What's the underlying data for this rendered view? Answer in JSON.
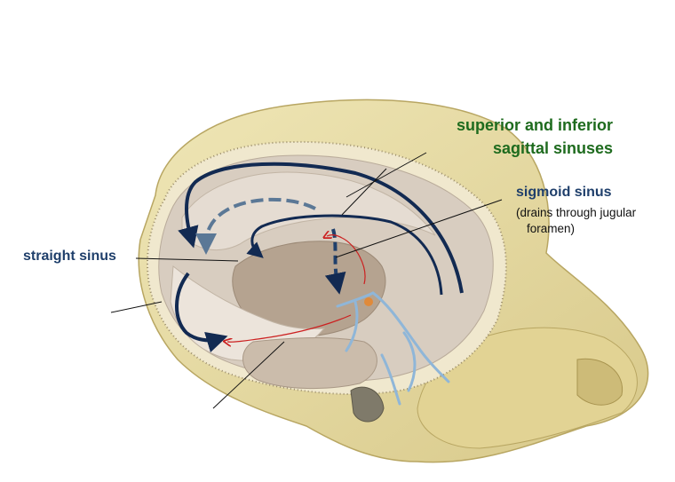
{
  "labels": {
    "sagittal_line1": "superior and inferior",
    "sagittal_line2": "sagittal sinuses",
    "sigmoid": "sigmoid sinus",
    "sigmoid_note_line1": "(drains through jugular",
    "sigmoid_note_line2": "foramen)",
    "straight": "straight sinus"
  },
  "colors": {
    "skull": "#e9dfa6",
    "skull_shadow": "#c9b870",
    "dura": "#d8cdc0",
    "cavity": "#c4b3a2",
    "arrow_dark": "#122a52",
    "arrow_dashed": "#5b7896",
    "artery": "#cc2020",
    "vein": "#8fb6d8",
    "label_green": "#1e6b1e",
    "label_blue": "#1f3f6b"
  },
  "icons": {
    "arrowhead": "arrowhead-icon"
  }
}
